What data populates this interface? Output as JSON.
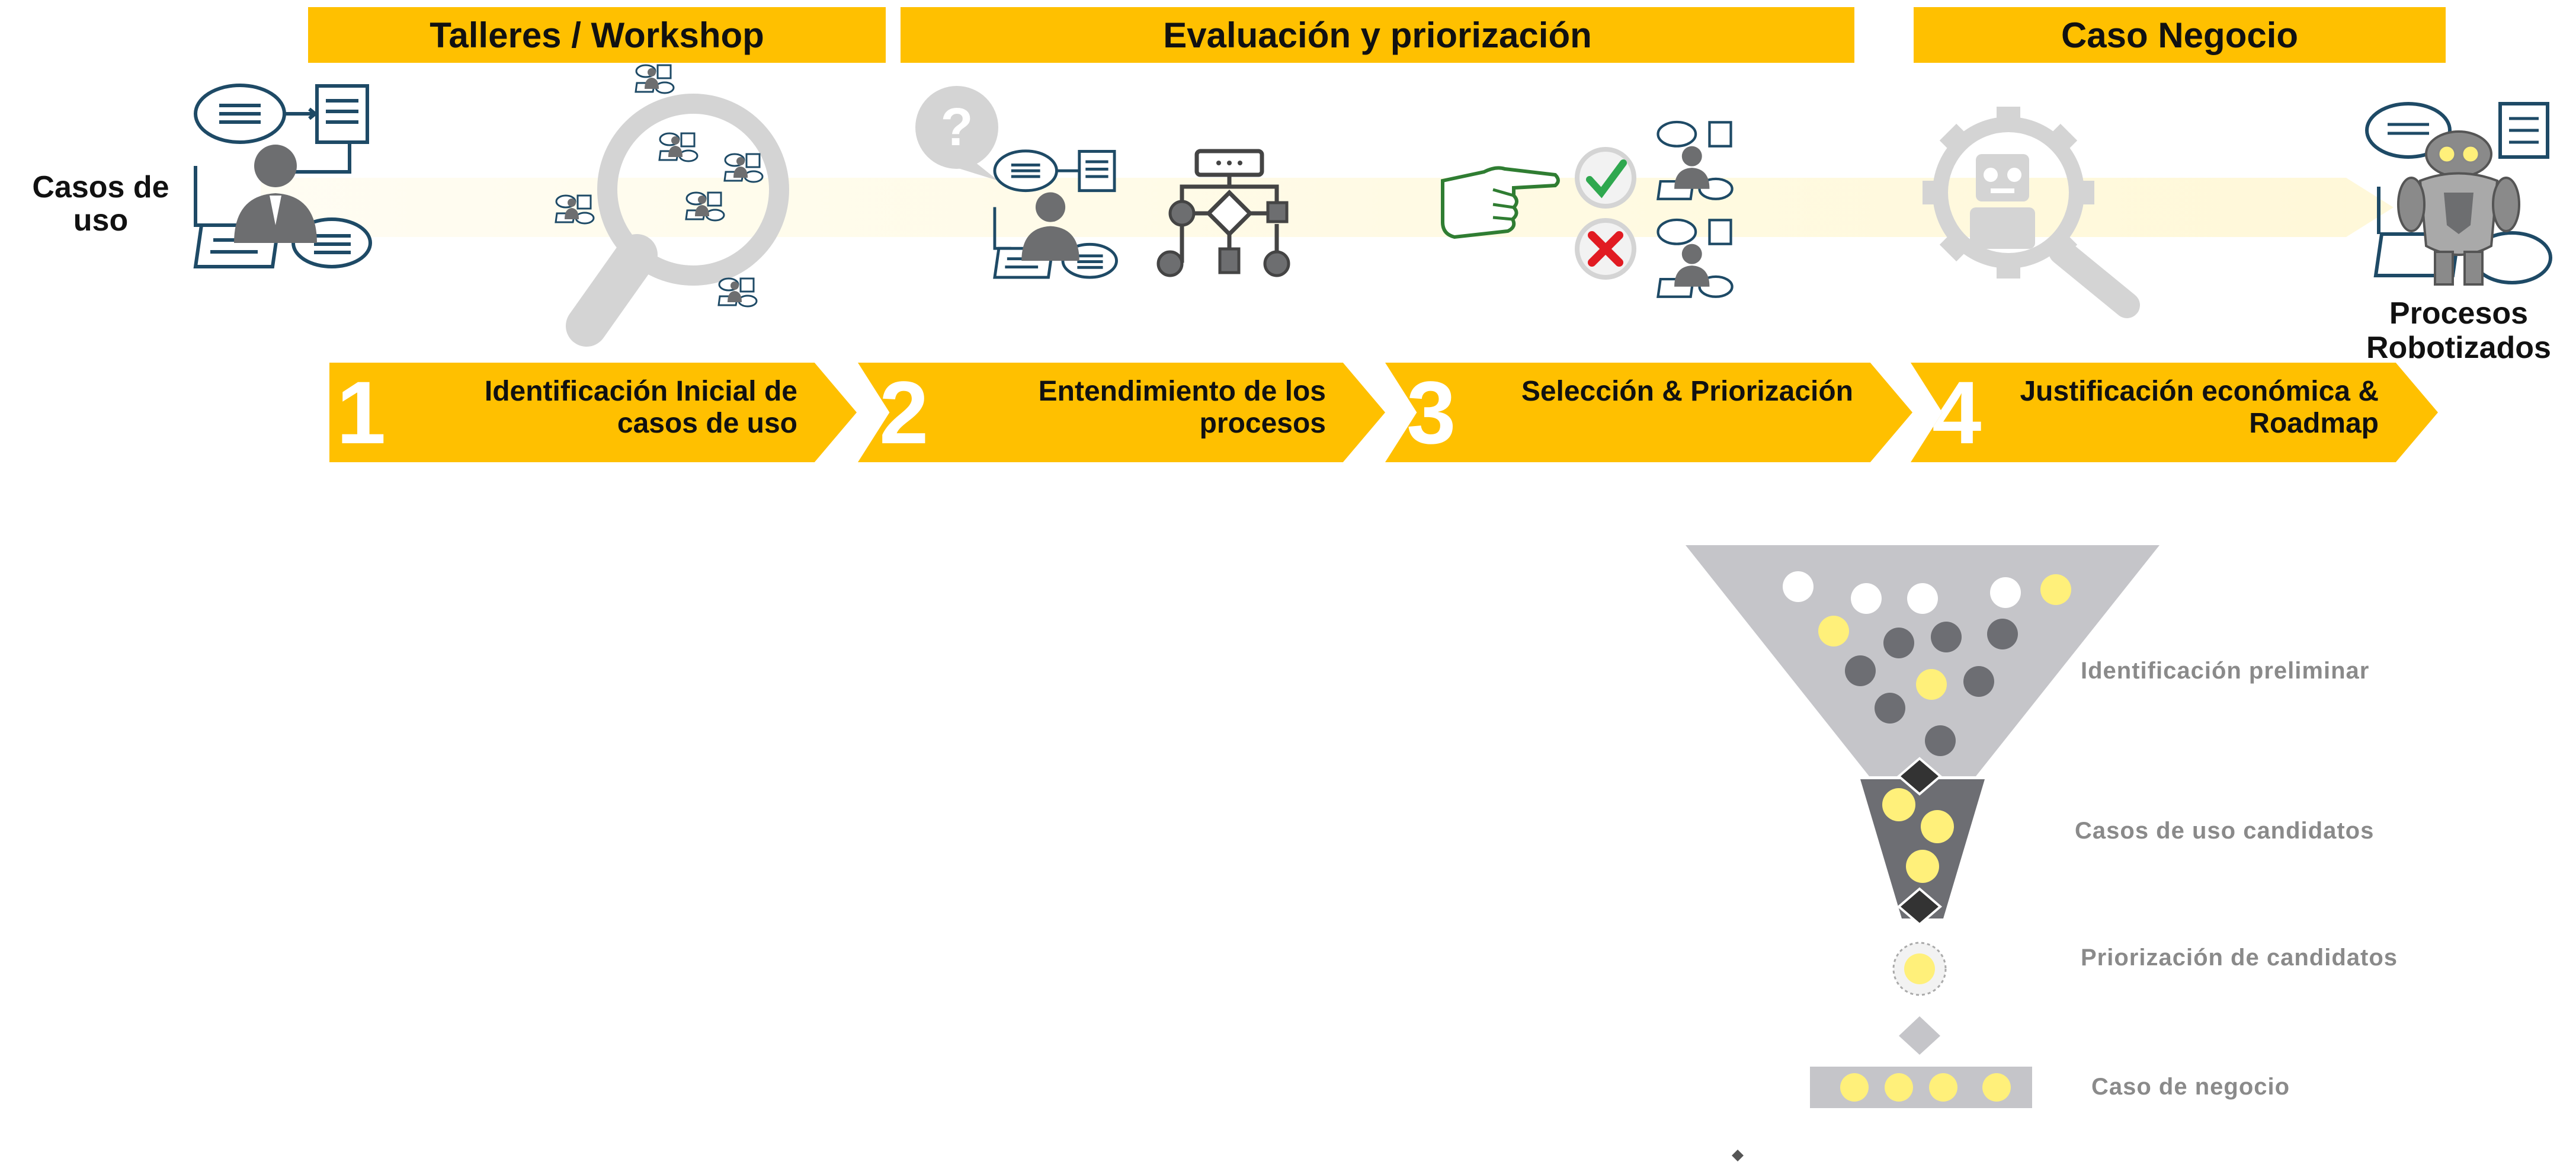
{
  "phases": [
    {
      "label": "Talleres / Workshop"
    },
    {
      "label": "Evaluación y priorización"
    },
    {
      "label": "Caso Negocio"
    }
  ],
  "labels": {
    "casos_de_uso": "Casos de uso",
    "procesos_robotizados": "Procesos Robotizados"
  },
  "steps": [
    {
      "number": "1",
      "text": "Identificación Inicial de casos de uso"
    },
    {
      "number": "2",
      "text": "Entendimiento de los procesos"
    },
    {
      "number": "3",
      "text": "Selección & Priorización"
    },
    {
      "number": "4",
      "text": "Justificación económica & Roadmap"
    }
  ],
  "funnel": {
    "stages": [
      "Identificación preliminar",
      "Casos de uso candidatos",
      "Priorización de candidatos",
      "Caso de negocio"
    ]
  },
  "colors": {
    "accent": "#ffc000",
    "dot_yellow": "#fff07a",
    "funnel_light": "#c5c5c9",
    "funnel_dark": "#6d6e73",
    "icon_blue": "#1e4a66",
    "icon_gray": "#6d6e70",
    "check_green": "#2fa84f",
    "cross_red": "#e11b22"
  },
  "icons": [
    "person-with-documents-icon",
    "magnifier-icon",
    "question-bubble-icon",
    "flowchart-icon",
    "pointing-hand-icon",
    "check-icon",
    "cross-icon",
    "robot-gear-magnifier-icon",
    "robot-icon"
  ]
}
